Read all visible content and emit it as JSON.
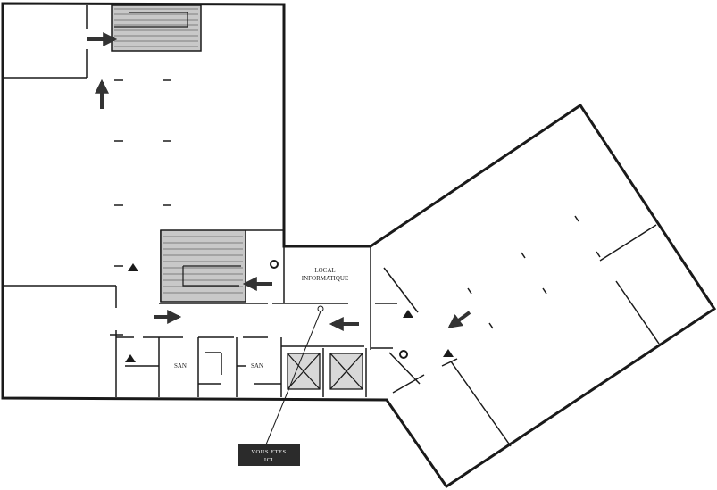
{
  "map": {
    "rooms": {
      "local_informatique_line1": "LOCAL",
      "local_informatique_line2": "INFORMATIQUE",
      "san_left": "SAN",
      "san_right": "SAN"
    },
    "you_are_here": {
      "line1": "VOUS ETES",
      "line2": "ICI"
    },
    "colors": {
      "wall": "#1a1a1a",
      "stair_fill": "#c8c8c8",
      "arrow": "#333333",
      "marker_bg": "#2b2b2b"
    }
  }
}
